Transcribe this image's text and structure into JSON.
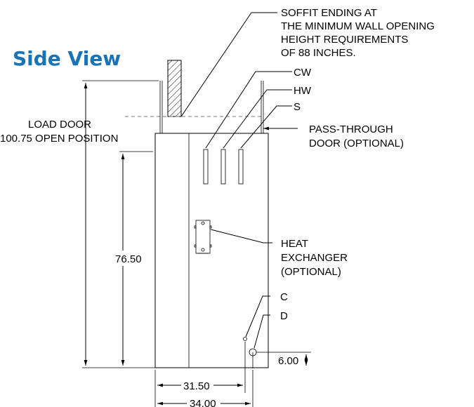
{
  "title": "Side View",
  "labels": {
    "soffit_line1": "SOFFIT ENDING AT",
    "soffit_line2": "THE MINIMUM WALL OPENING",
    "soffit_line3": "HEIGHT REQUIREMENTS",
    "soffit_line4": "OF 88 INCHES.",
    "cw": "CW",
    "hw": "HW",
    "s": "S",
    "pass_line1": "PASS-THROUGH",
    "pass_line2": "DOOR (OPTIONAL)",
    "load_line1": "LOAD DOOR",
    "load_line2": "100.75 OPEN POSITION",
    "heat_line1": "HEAT",
    "heat_line2": "EXCHANGER",
    "heat_line3": "(OPTIONAL)",
    "c": "C",
    "d": "D"
  },
  "dimensions": {
    "height": "76.50",
    "six": "6.00",
    "width1": "31.50",
    "width2": "34.00"
  },
  "colors": {
    "title": "#1a73b5",
    "lines": "#000000"
  }
}
